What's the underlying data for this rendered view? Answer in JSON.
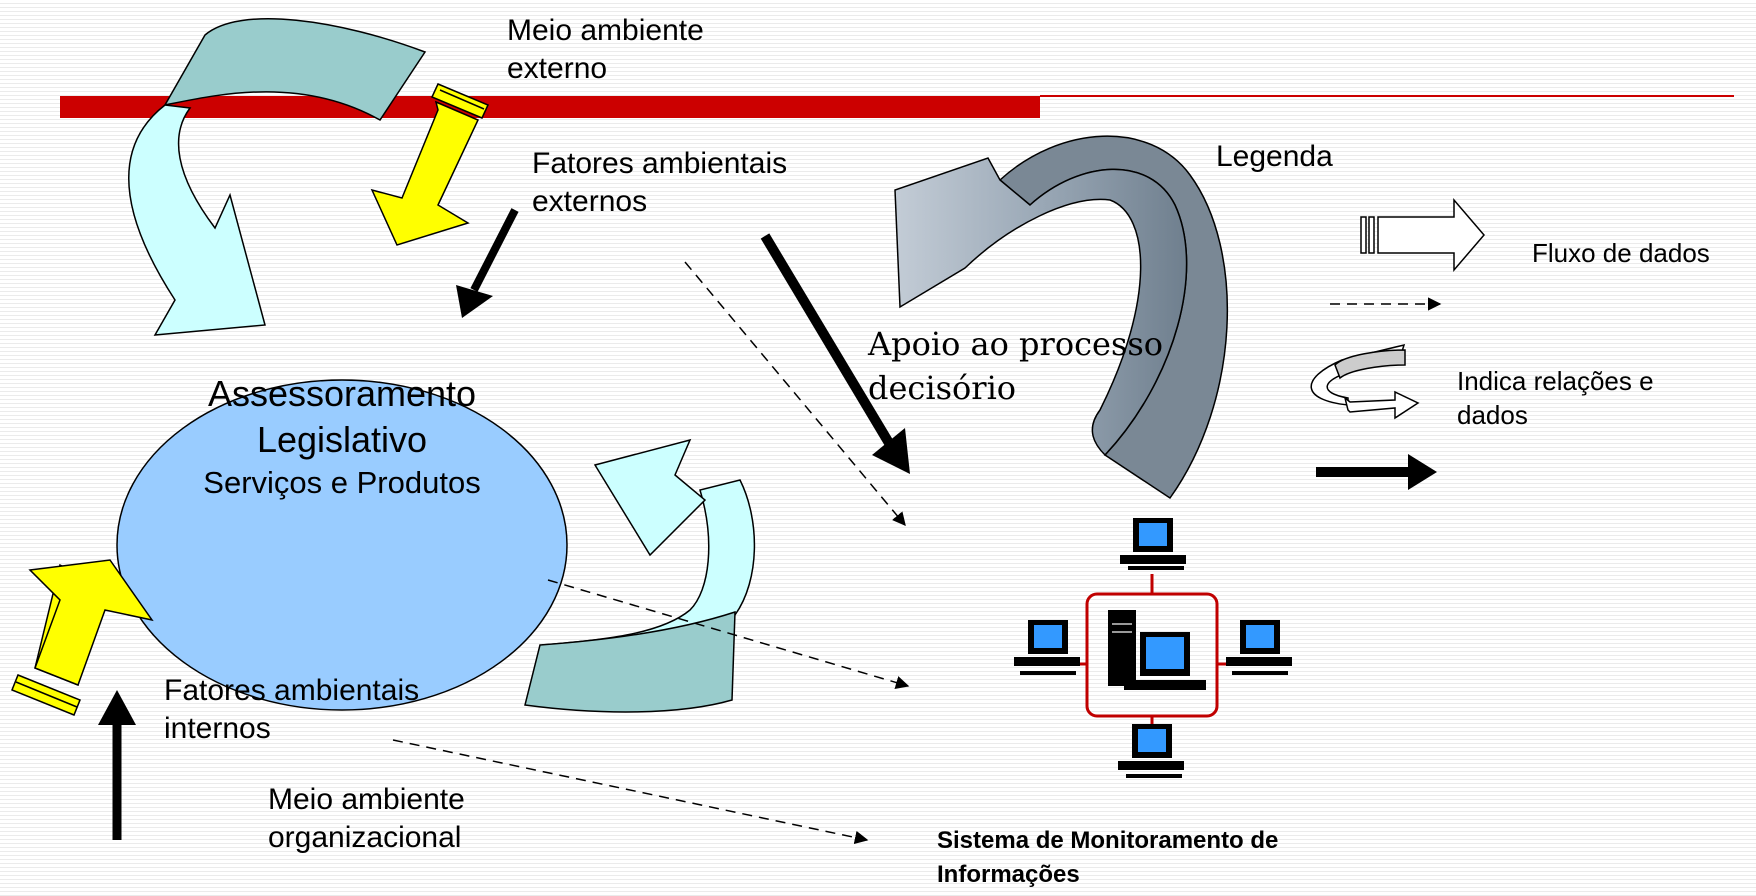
{
  "labels": {
    "meio_externo": [
      "Meio ambiente",
      "externo"
    ],
    "fatores_externos": [
      "Fatores ambientais",
      "externos"
    ],
    "legenda": "Legenda",
    "apoio": [
      "Apoio ao processo",
      "decisório"
    ],
    "fatores_internos": [
      "Fatores ambientais",
      "internos"
    ],
    "meio_organizacional": [
      "Meio ambiente",
      "organizacional"
    ],
    "sistema": [
      "Sistema de Monitoramento de",
      "Informações"
    ]
  },
  "central": {
    "line1": "Assessoramento",
    "line2": "Legislativo",
    "line3": "Serviços e Produtos"
  },
  "legend": {
    "fluxo": "Fluxo de dados",
    "relacoes": [
      "Indica relações e",
      "dados"
    ]
  },
  "colors": {
    "title_bar_red": "#cc0000",
    "ellipse_fill": "#99ccff",
    "cyan_arrow": "#ccffff",
    "teal_arrow": "#99cccc",
    "yellow_arrow": "#ffff00",
    "grey_blue_arrow": "#8e9eab",
    "network_red": "#c00000",
    "monitor_screen": "#3399ff"
  },
  "icons": {
    "network": "network-computers-icon"
  }
}
